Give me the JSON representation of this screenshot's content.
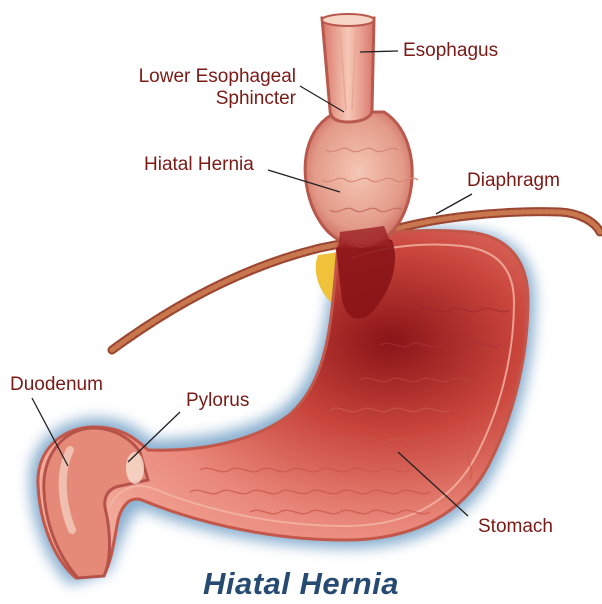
{
  "labels": {
    "esophagus": "Esophagus",
    "lower_esophageal_sphincter": "Lower Esophageal\nSphincter",
    "lower_esophageal_sphincter_line1": "Lower Esophageal",
    "lower_esophageal_sphincter_line2": "Sphincter",
    "hiatal_hernia": "Hiatal Hernia",
    "diaphragm": "Diaphragm",
    "duodenum": "Duodenum",
    "pylorus": "Pylorus",
    "stomach": "Stomach"
  },
  "title": "Hiatal Hernia",
  "colors": {
    "label_text": "#7a1a16",
    "title_text": "#264a72",
    "shadow": "#5f92be",
    "tissue": "#e07a6c",
    "inner_dark": "#8e1a1c",
    "fat": "#f0c23a",
    "diaphragm": "#b85a3a"
  }
}
